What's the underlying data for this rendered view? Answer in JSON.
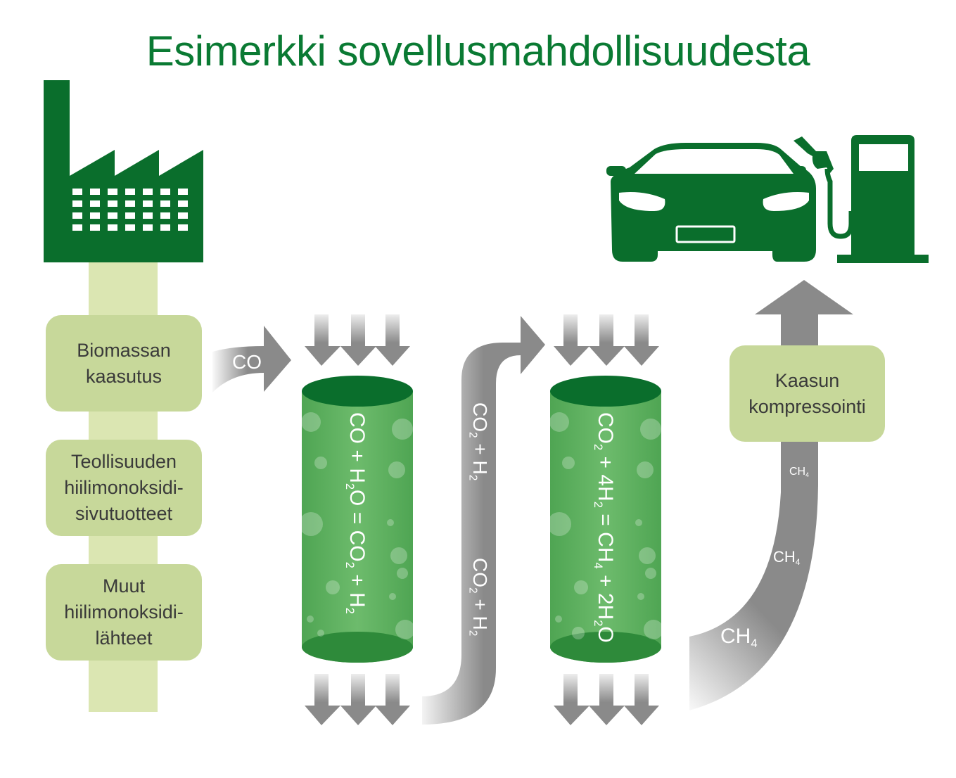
{
  "title": "Esimerkki sovellusmahdollisuudesta",
  "sources": [
    {
      "label": "Biomassan\nkaasutus"
    },
    {
      "label": "Teollisuuden\nhiilimonoksidi-\nsivutuotteet"
    },
    {
      "label": "Muut\nhiilimonoksidi-\nlähteet"
    }
  ],
  "co_arrow_label": "CO",
  "reactor1": {
    "equation": [
      "CO + H",
      "2",
      "O = CO",
      "2",
      " + H",
      "2"
    ]
  },
  "transfer_labels": [
    [
      "CO",
      "2",
      " + H",
      "2"
    ],
    [
      "CO",
      "2",
      " + H",
      "2"
    ]
  ],
  "reactor2": {
    "equation": [
      "CO",
      "2",
      " + 4H",
      "2",
      " = CH",
      "4",
      " + 2H",
      "2",
      "O"
    ]
  },
  "compression": {
    "label": "Kaasun\nkompressointi"
  },
  "methane_labels": [
    [
      "CH",
      "4"
    ],
    [
      "CH",
      "4"
    ],
    [
      "CH",
      "4"
    ]
  ],
  "icons": [
    "factory-icon",
    "car-icon",
    "fuel-pump-icon"
  ],
  "colors": {
    "dark_green": "#0a6e2c",
    "title_green": "#0a7a33",
    "light_green": "#c7d89a",
    "pale_green": "#dbe6b2",
    "reactor_green": "#62b466",
    "gray": "#8a8a8a"
  }
}
